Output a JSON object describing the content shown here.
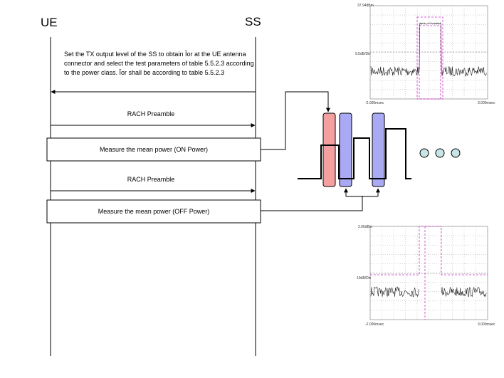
{
  "participants": {
    "ue": "UE",
    "ss": "SS"
  },
  "setup_text": "Set the TX output level of the SS to obtain Îor at the UE antenna connector and select the test parameters of table 5.5.2.3 according to the power class. Îor shall be according to table 5.5.2.3",
  "messages": [
    {
      "label": "RACH Preamble",
      "direction": "ue-to-ss"
    },
    {
      "label": "RACH Preamble",
      "direction": "ue-to-ss"
    }
  ],
  "actions": [
    {
      "label": "Measure the mean power (ON Power)"
    },
    {
      "label": "Measure the mean power (OFF Power)"
    }
  ],
  "scope_top": {
    "ref_level": "37.94dBm",
    "scale": "9.5dB/Div",
    "x_start": "-2.000msec",
    "x_end": "3.000msec"
  },
  "scope_bottom": {
    "ref_level": "2.06dBm",
    "scale": "10dB/Div",
    "x_start": "-2.000msec",
    "x_end": "3.000msec"
  },
  "colors": {
    "on_slot": "#f4a0a0",
    "off_slot": "#a9a9f4",
    "dots": "#c8e4e4",
    "mask": "#cc33cc"
  }
}
